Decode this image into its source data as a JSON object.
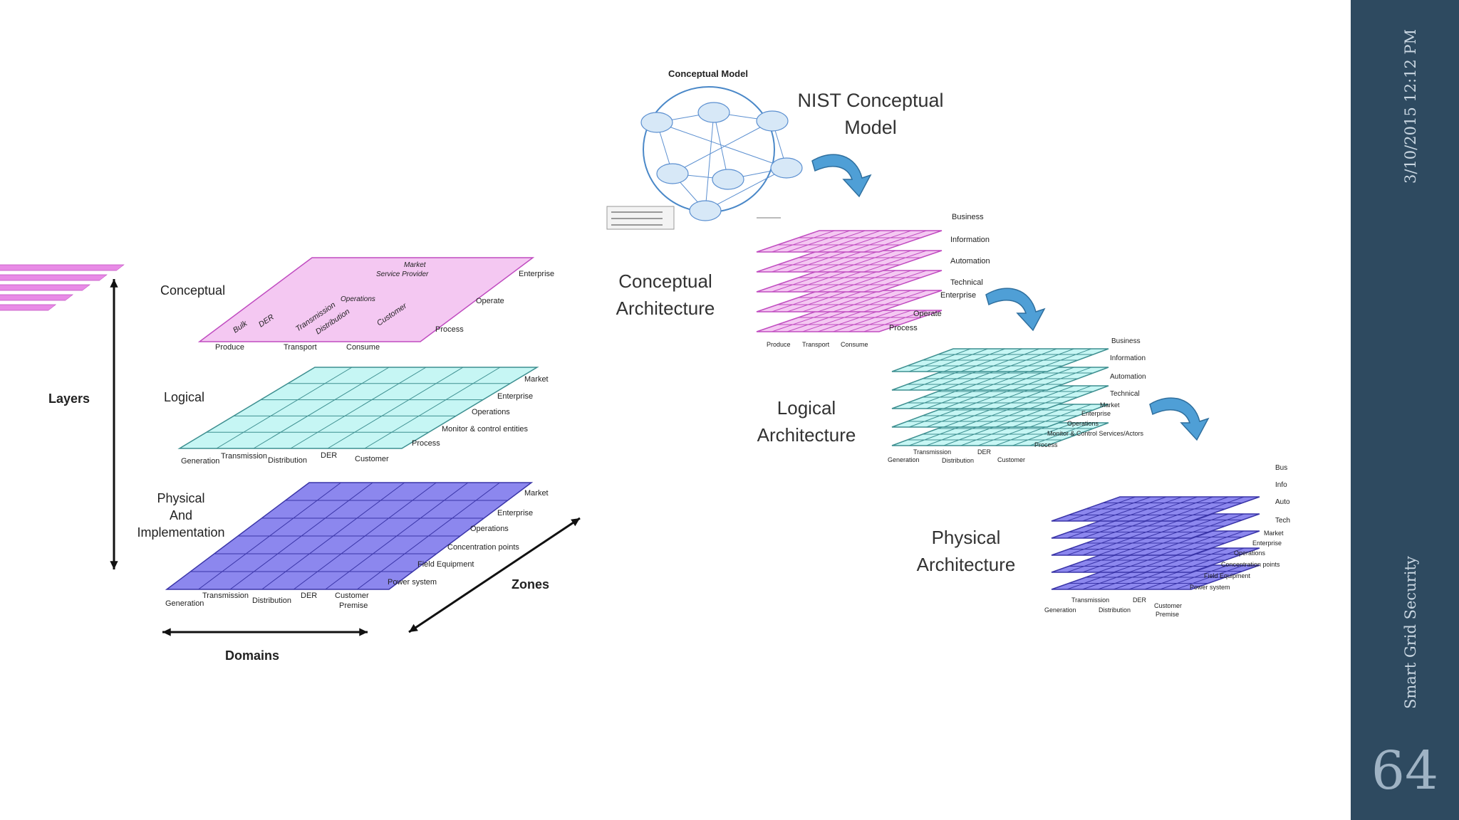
{
  "left_diagram": {
    "layer_titles": [
      "Conceptual",
      "Logical"
    ],
    "physical_title_lines": [
      "Physical",
      "And",
      "Implementation"
    ],
    "axis_layers": "Layers",
    "axis_domains": "Domains",
    "axis_zones": "Zones",
    "conceptual_zones": [
      "Market",
      "Service Provider",
      "Enterprise",
      "Operations",
      "Operate",
      "Process"
    ],
    "conceptual_inner": [
      "Bulk",
      "DER",
      "Transmission",
      "Distribution",
      "Customer"
    ],
    "conceptual_domains": [
      "Produce",
      "Transport",
      "Consume"
    ],
    "logical_zones": [
      "Market",
      "Enterprise",
      "Operations",
      "Monitor & control entities",
      "Process"
    ],
    "logical_domains": [
      "Generation",
      "Transmission",
      "Distribution",
      "DER",
      "Customer"
    ],
    "physical_zones": [
      "Market",
      "Enterprise",
      "Operations",
      "Concentration points",
      "Field Equipment",
      "Power system"
    ],
    "physical_domains": [
      "Generation",
      "Transmission",
      "Distribution",
      "DER",
      "Customer",
      "Premise"
    ]
  },
  "right_diagram": {
    "nist_title_lines": [
      "NIST Conceptual",
      "Model"
    ],
    "conceptual_model_label": "Conceptual Model",
    "conceptual_arch_lines": [
      "Conceptual",
      "Architecture"
    ],
    "logical_arch_lines": [
      "Logical",
      "Architecture"
    ],
    "physical_arch_lines": [
      "Physical",
      "Architecture"
    ],
    "ca_layers": [
      "Business",
      "Information",
      "Automation",
      "Technical"
    ],
    "ca_zones": [
      "Enterprise",
      "Operate",
      "Process"
    ],
    "ca_domains": [
      "Produce",
      "Transport",
      "Consume"
    ],
    "la_layers": [
      "Business",
      "Information",
      "Automation",
      "Technical"
    ],
    "la_zones": [
      "Market",
      "Enterprise",
      "Operations",
      "Monitor & Control Services/Actors",
      "Process"
    ],
    "la_domains": [
      "Generation",
      "Transmission",
      "Distribution",
      "DER",
      "Customer"
    ],
    "pa_layers": [
      "Bus",
      "Info",
      "Auto",
      "Tech"
    ],
    "pa_zones": [
      "Market",
      "Enterprise",
      "Operations",
      "Concentration points",
      "Field Equipment",
      "Power system"
    ],
    "pa_domains": [
      "Generation",
      "Transmission",
      "Distribution",
      "DER",
      "Customer",
      "Premise"
    ]
  },
  "sidebar": {
    "date": "3/10/2015 12:12 PM",
    "footer": "Smart Grid Security",
    "slide_number": "64"
  },
  "colors": {
    "sidebar": "#2e4a60",
    "pink_fill": "#f4c8f2",
    "pink_line": "#c04cc0",
    "cyan_fill": "#c6f6f4",
    "cyan_line": "#3d8f90",
    "purple_fill": "#8c87ee",
    "purple_line": "#3a35a8",
    "arrow_blue": "#4f9fd6"
  }
}
